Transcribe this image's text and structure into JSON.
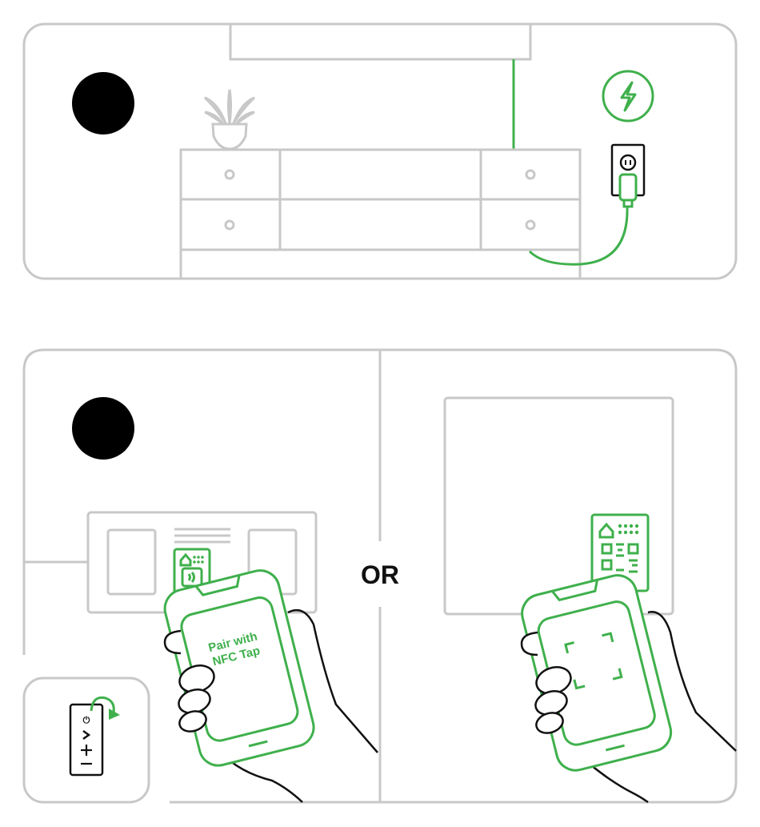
{
  "separator": {
    "label": "OR"
  },
  "phone_nfc": {
    "line1": "Pair with",
    "line2": "NFC Tap"
  },
  "icons": {
    "step_marker": "black-circle-marker",
    "power": "lightning-bolt-icon",
    "outlet": "power-outlet-icon",
    "plant": "potted-plant-icon",
    "qr": "qr-code-icon",
    "nfc": "nfc-icon",
    "home": "home-icon",
    "scan": "scan-frame-icon",
    "remote": "remote-control-icon"
  },
  "colors": {
    "accent": "#3fb04c",
    "outline": "#c8c8c8",
    "ink": "#111111"
  }
}
